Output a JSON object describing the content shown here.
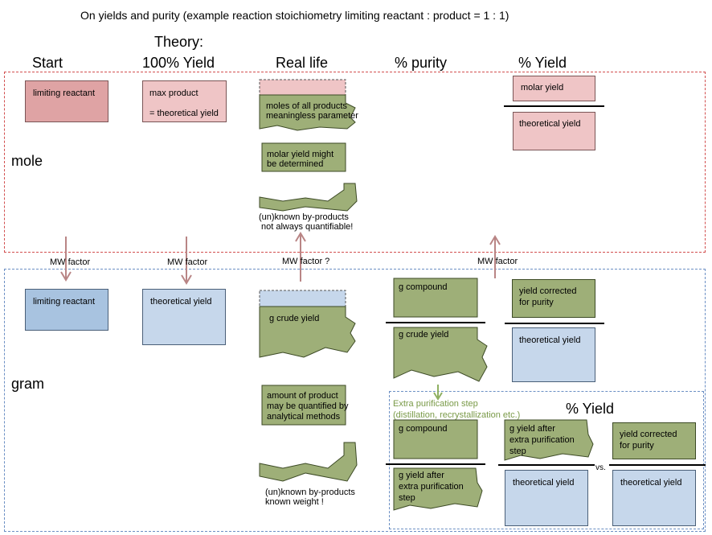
{
  "title": "On yields and purity (example reaction stoichiometry     limiting reactant : product = 1 : 1)",
  "headers": {
    "start": "Start",
    "theory_line1": "Theory:",
    "theory_line2": "100% Yield",
    "real_life": "Real life",
    "purity": "% purity",
    "yield": "% Yield"
  },
  "rows": {
    "mole": "mole",
    "gram": "gram"
  },
  "mole": {
    "limiting_reactant": "limiting reactant",
    "max_product": "max product",
    "theoretical_yield_eq": "= theoretical yield",
    "moles_all_products_1": "moles of  all products",
    "moles_all_products_2": "meaningless parameter",
    "molar_yield_might_1": "molar yield might",
    "molar_yield_might_2": "be determined",
    "byproducts_1": "(un)known by-products",
    "byproducts_2": "not always quantifiable!",
    "molar_yield": "molar yield",
    "theoretical_yield": "theoretical yield"
  },
  "arrows": {
    "mw_factor": "MW  factor",
    "mw_factor_q": "MW  factor ?"
  },
  "gram": {
    "limiting_reactant": "limiting reactant",
    "theoretical_yield": "theoretical yield",
    "g_crude_yield": "g crude yield",
    "amount_1": "amount of product",
    "amount_2": "may be quantified by",
    "amount_3": "analytical methods",
    "byproducts_1": "(un)known by-products",
    "byproducts_2": "known weight !",
    "g_compound": "g compound",
    "g_crude_yield_denom": "g crude yield",
    "yield_corrected_1": "yield corrected",
    "yield_corrected_2": "for purity",
    "theoretical_yield_2": "theoretical yield"
  },
  "extra": {
    "step_1": "Extra purification step",
    "step_2": "(distillation, recrystallization etc.)",
    "pct_yield": "% Yield",
    "g_compound": "g compound",
    "g_yield_after_1": "g yield after",
    "g_yield_after_2": "extra purification",
    "g_yield_after_3": "step",
    "g_yield_after_b1": "g yield after",
    "g_yield_after_b2": "extra purification",
    "g_yield_after_b3": "step",
    "theoretical_yield_a": "theoretical yield",
    "yield_corrected_1": "yield corrected",
    "yield_corrected_2": "for purity",
    "theoretical_yield_b": "theoretical yield",
    "vs": "vs."
  },
  "colors": {
    "pink": "#efc5c6",
    "pink_dark": "#dfa3a4",
    "blue_dark": "#a8c3e0",
    "blue_light": "#c6d7eb",
    "green": "#9eaf78",
    "arrow_red": "#b98585",
    "arrow_green": "#8fb062",
    "frame_red": "#d24f4f",
    "frame_blue": "#6b8fc4"
  }
}
